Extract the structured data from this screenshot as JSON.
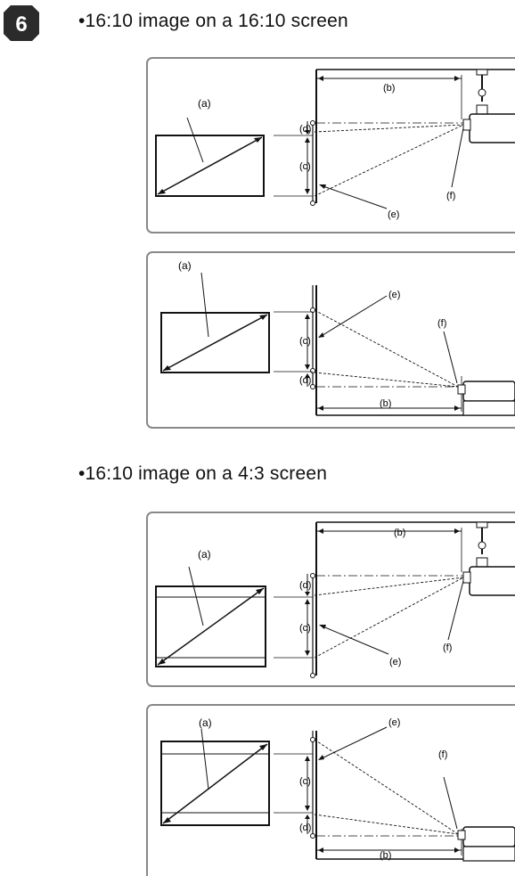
{
  "step": {
    "number": "6"
  },
  "sections": [
    {
      "title": "•16:10 image on a 16:10 screen",
      "diagrams": [
        {
          "mount": "ceiling",
          "labels": {
            "a": "(a)",
            "b": "(b)",
            "c": "(c)",
            "d": "(d)",
            "e": "(e)",
            "f": "(f)"
          }
        },
        {
          "mount": "table",
          "labels": {
            "a": "(a)",
            "b": "(b)",
            "c": "(c)",
            "d": "(d)",
            "e": "(e)",
            "f": "(f)"
          }
        }
      ]
    },
    {
      "title": "•16:10 image on a 4:3 screen",
      "diagrams": [
        {
          "mount": "ceiling",
          "labels": {
            "a": "(a)",
            "b": "(b)",
            "c": "(c)",
            "d": "(d)",
            "e": "(e)",
            "f": "(f)"
          }
        },
        {
          "mount": "table",
          "labels": {
            "a": "(a)",
            "b": "(b)",
            "c": "(c)",
            "d": "(d)",
            "e": "(e)",
            "f": "(f)"
          }
        }
      ]
    }
  ]
}
